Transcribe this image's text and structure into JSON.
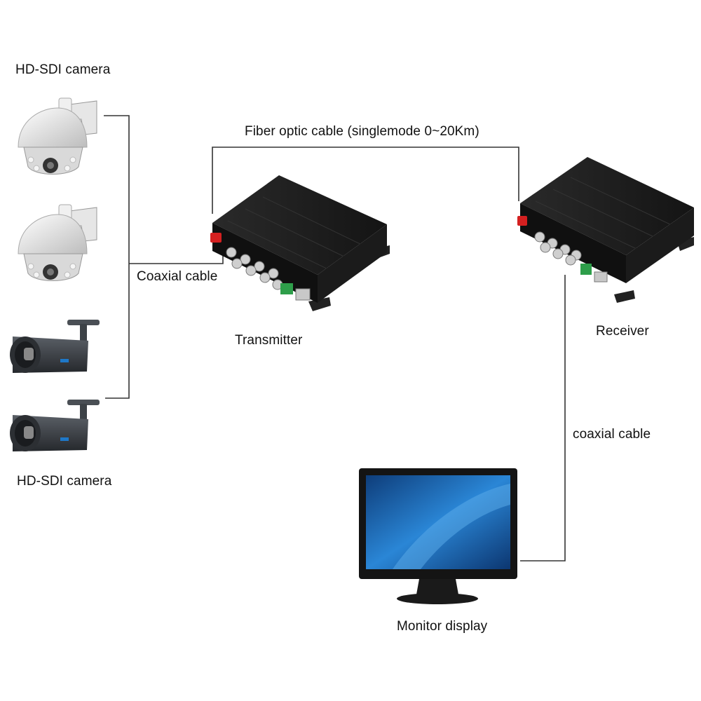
{
  "labels": {
    "camera_top": "HD-SDI camera",
    "camera_bottom": "HD-SDI camera",
    "coax_left": "Coaxial cable",
    "fiber": "Fiber optic cable (singlemode 0~20Km)",
    "transmitter": "Transmitter",
    "receiver": "Receiver",
    "coax_right": "coaxial cable",
    "monitor": "Monitor display"
  },
  "icons": {
    "dome_camera": "dome-camera-icon",
    "bullet_camera": "bullet-camera-icon",
    "transmitter": "fiber-transmitter-icon",
    "receiver": "fiber-receiver-icon",
    "monitor": "monitor-icon"
  },
  "colors": {
    "line": "#333333",
    "device_body": "#1c1c1c",
    "fiber_port": "#d42020",
    "terminal": "#2e9e4a",
    "screen": "#1a6fb8"
  }
}
